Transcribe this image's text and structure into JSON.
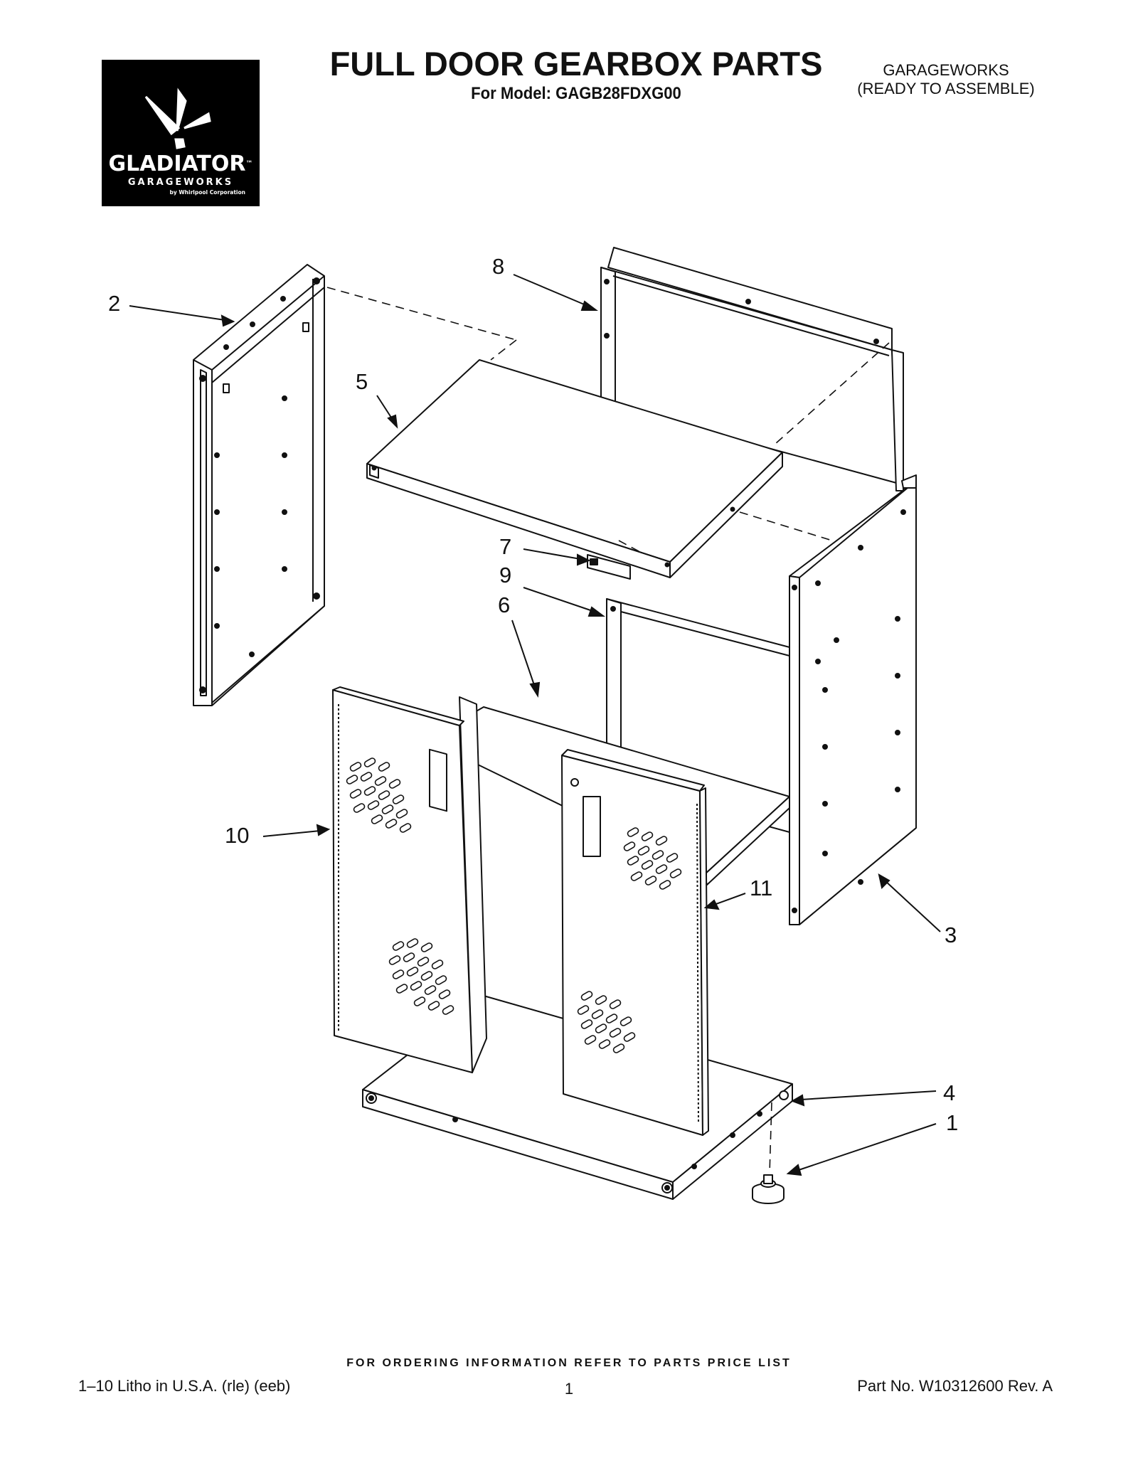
{
  "logo": {
    "brand": "GLADIATOR",
    "tm": "™",
    "sub": "GARAGEWORKS",
    "by": "by Whirlpool Corporation"
  },
  "header": {
    "title": "FULL DOOR GEARBOX PARTS",
    "subtitle": "For Model: GAGB28FDXG00",
    "brand_line1": "GARAGEWORKS",
    "brand_line2": "(READY TO ASSEMBLE)"
  },
  "callouts": [
    {
      "number": "1"
    },
    {
      "number": "2"
    },
    {
      "number": "3"
    },
    {
      "number": "4"
    },
    {
      "number": "5"
    },
    {
      "number": "6"
    },
    {
      "number": "7"
    },
    {
      "number": "8"
    },
    {
      "number": "9"
    },
    {
      "number": "10"
    },
    {
      "number": "11"
    }
  ],
  "footer": {
    "ordering_note": "FOR ORDERING INFORMATION REFER TO PARTS PRICE LIST",
    "litho": "1–10 Litho in U.S.A. (rle) (eeb)",
    "page": "1",
    "part_no": "Part No. W10312600 Rev. A"
  },
  "colors": {
    "ink": "#111111",
    "logo_bg": "#000000",
    "paper": "#ffffff"
  }
}
